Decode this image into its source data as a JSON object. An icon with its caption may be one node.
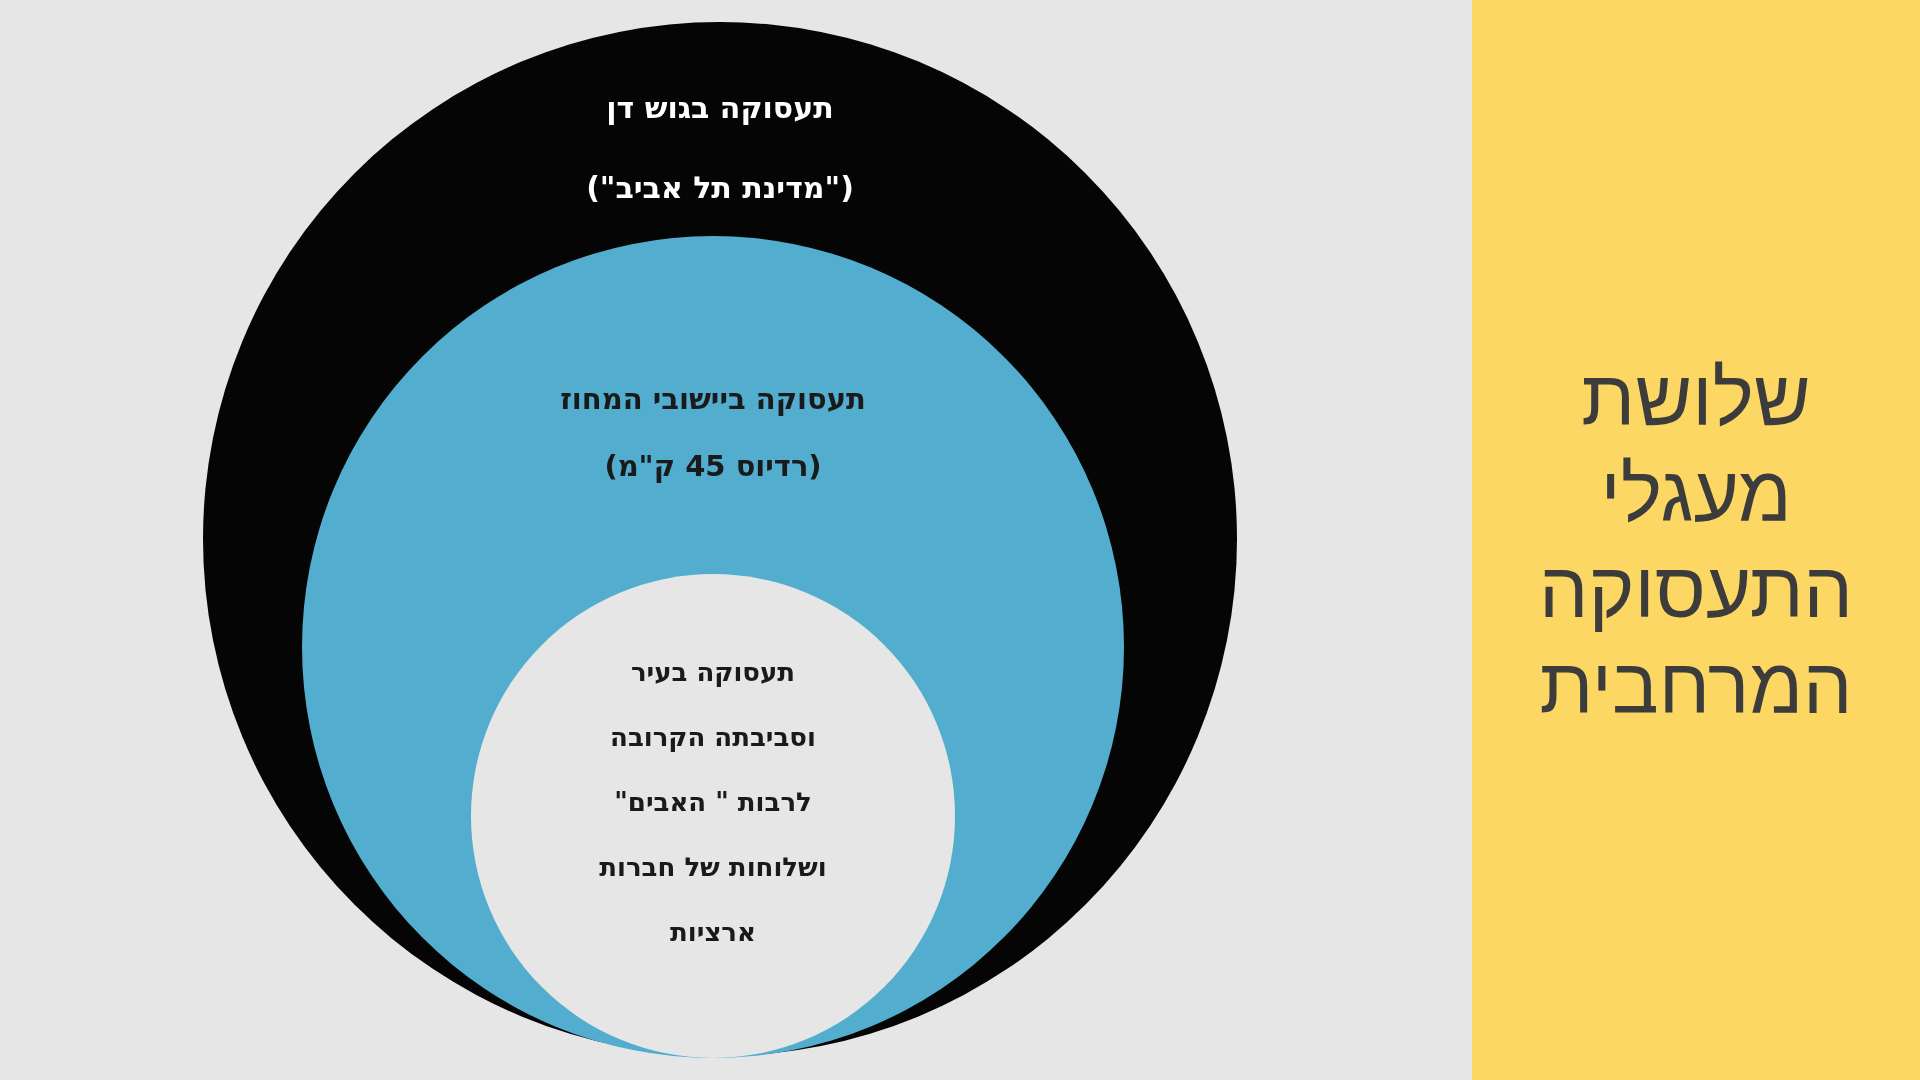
{
  "diagram": {
    "title": "שלושת מעגלי התעסוקה המרחבית",
    "nodes": [
      {
        "text": [
          "תעסוקה בגוש דן",
          "(\"מדינת תל אביב\")"
        ]
      },
      {
        "text": [
          "תעסוקה ביישובי המחוז",
          "(רדיוס 45 ק\"מ)"
        ],
        "in": 0
      },
      {
        "text": [
          "תעסוקה בעיר וסביבתה הקרובה לרבות \" האבים\" ושלוחות של חברות ארציות"
        ],
        "in": 1
      }
    ]
  }
}
